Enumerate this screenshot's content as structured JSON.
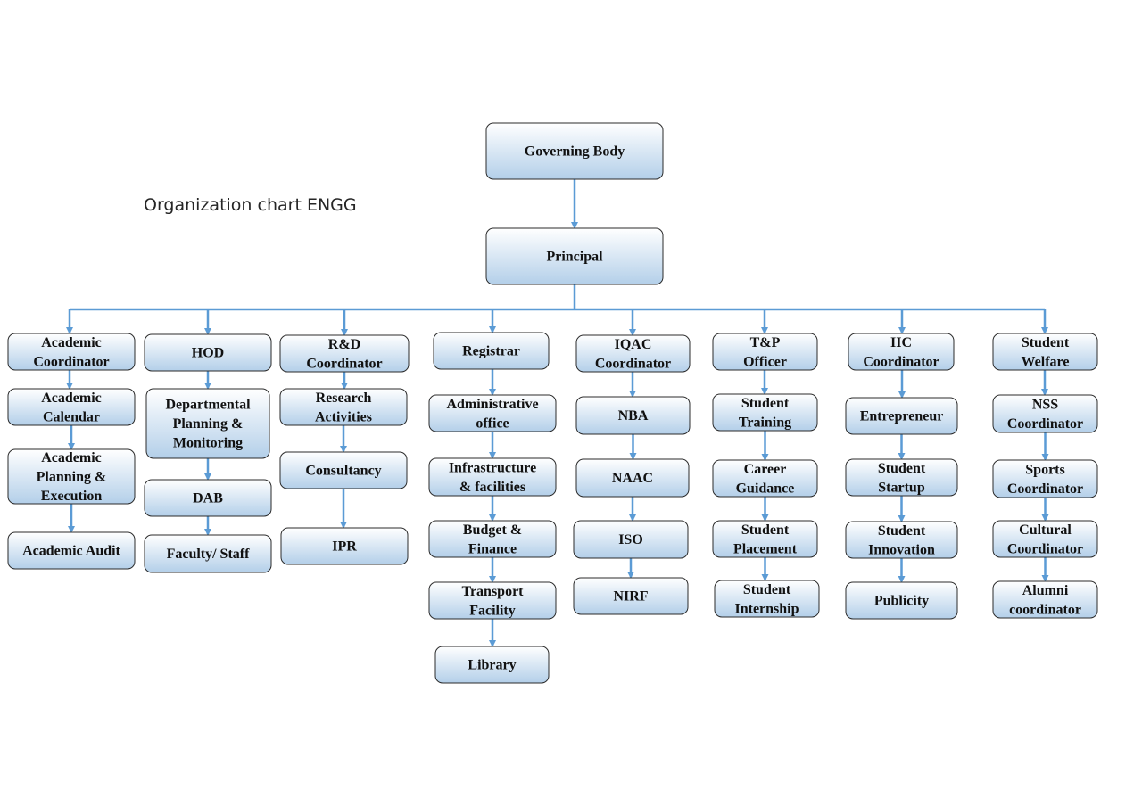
{
  "title": "Organization chart ENGG",
  "colors": {
    "connector": "#5b9bd5",
    "box_top": "#ffffff",
    "box_bottom": "#b3cfe9",
    "box_border": "#2b2b2b"
  },
  "nodes": {
    "governing": {
      "lines": [
        "Governing Body"
      ]
    },
    "principal": {
      "lines": [
        "Principal"
      ]
    },
    "acad_coord": {
      "lines": [
        "Academic",
        "Coordinator"
      ]
    },
    "acad_cal": {
      "lines": [
        "Academic",
        "Calendar"
      ]
    },
    "acad_plan": {
      "lines": [
        "Academic",
        "Planning &",
        "Execution"
      ]
    },
    "acad_audit": {
      "lines": [
        "Academic Audit"
      ]
    },
    "hod": {
      "lines": [
        "HOD"
      ]
    },
    "dept_plan": {
      "lines": [
        "Departmental",
        "Planning &",
        "Monitoring"
      ]
    },
    "dab": {
      "lines": [
        "DAB"
      ]
    },
    "faculty": {
      "lines": [
        "Faculty/ Staff"
      ]
    },
    "rnd": {
      "lines": [
        "R&D",
        "Coordinator"
      ]
    },
    "research": {
      "lines": [
        "Research",
        "Activities"
      ]
    },
    "consultancy": {
      "lines": [
        "Consultancy"
      ]
    },
    "ipr": {
      "lines": [
        "IPR"
      ]
    },
    "registrar": {
      "lines": [
        "Registrar"
      ]
    },
    "admin_office": {
      "lines": [
        "Administrative",
        "office"
      ]
    },
    "infra": {
      "lines": [
        "Infrastructure",
        "& facilities"
      ]
    },
    "budget": {
      "lines": [
        "Budget &",
        "Finance"
      ]
    },
    "transport": {
      "lines": [
        "Transport",
        "Facility"
      ]
    },
    "library": {
      "lines": [
        "Library"
      ]
    },
    "iqac": {
      "lines": [
        "IQAC",
        "Coordinator"
      ]
    },
    "nba": {
      "lines": [
        "NBA"
      ]
    },
    "naac": {
      "lines": [
        "NAAC"
      ]
    },
    "iso": {
      "lines": [
        "ISO"
      ]
    },
    "nirf": {
      "lines": [
        "NIRF"
      ]
    },
    "tp": {
      "lines": [
        "T&P",
        "Officer"
      ]
    },
    "training": {
      "lines": [
        "Student",
        "Training"
      ]
    },
    "career": {
      "lines": [
        "Career",
        "Guidance"
      ]
    },
    "placement": {
      "lines": [
        "Student",
        "Placement"
      ]
    },
    "internship": {
      "lines": [
        "Student",
        "Internship"
      ]
    },
    "iic": {
      "lines": [
        "IIC",
        "Coordinator"
      ]
    },
    "entrepreneur": {
      "lines": [
        "Entrepreneur"
      ]
    },
    "startup": {
      "lines": [
        "Student",
        "Startup"
      ]
    },
    "innovation": {
      "lines": [
        "Student",
        "Innovation"
      ]
    },
    "publicity": {
      "lines": [
        "Publicity"
      ]
    },
    "welfare": {
      "lines": [
        "Student",
        "Welfare"
      ]
    },
    "nss": {
      "lines": [
        "NSS",
        "Coordinator"
      ]
    },
    "sports": {
      "lines": [
        "Sports",
        "Coordinator"
      ]
    },
    "cultural": {
      "lines": [
        "Cultural",
        "Coordinator"
      ]
    },
    "alumni": {
      "lines": [
        "Alumni",
        "coordinator"
      ]
    }
  },
  "edges": [
    [
      "governing",
      "principal"
    ],
    [
      "principal",
      "acad_coord"
    ],
    [
      "principal",
      "hod"
    ],
    [
      "principal",
      "rnd"
    ],
    [
      "principal",
      "registrar"
    ],
    [
      "principal",
      "iqac"
    ],
    [
      "principal",
      "tp"
    ],
    [
      "principal",
      "iic"
    ],
    [
      "principal",
      "welfare"
    ],
    [
      "acad_coord",
      "acad_cal"
    ],
    [
      "acad_cal",
      "acad_plan"
    ],
    [
      "acad_plan",
      "acad_audit"
    ],
    [
      "hod",
      "dept_plan"
    ],
    [
      "dept_plan",
      "dab"
    ],
    [
      "dab",
      "faculty"
    ],
    [
      "rnd",
      "research"
    ],
    [
      "research",
      "consultancy"
    ],
    [
      "consultancy",
      "ipr"
    ],
    [
      "registrar",
      "admin_office"
    ],
    [
      "admin_office",
      "infra"
    ],
    [
      "infra",
      "budget"
    ],
    [
      "budget",
      "transport"
    ],
    [
      "transport",
      "library"
    ],
    [
      "iqac",
      "nba"
    ],
    [
      "nba",
      "naac"
    ],
    [
      "naac",
      "iso"
    ],
    [
      "iso",
      "nirf"
    ],
    [
      "tp",
      "training"
    ],
    [
      "training",
      "career"
    ],
    [
      "career",
      "placement"
    ],
    [
      "placement",
      "internship"
    ],
    [
      "iic",
      "entrepreneur"
    ],
    [
      "entrepreneur",
      "startup"
    ],
    [
      "startup",
      "innovation"
    ],
    [
      "innovation",
      "publicity"
    ],
    [
      "welfare",
      "nss"
    ],
    [
      "nss",
      "sports"
    ],
    [
      "sports",
      "cultural"
    ],
    [
      "cultural",
      "alumni"
    ]
  ]
}
